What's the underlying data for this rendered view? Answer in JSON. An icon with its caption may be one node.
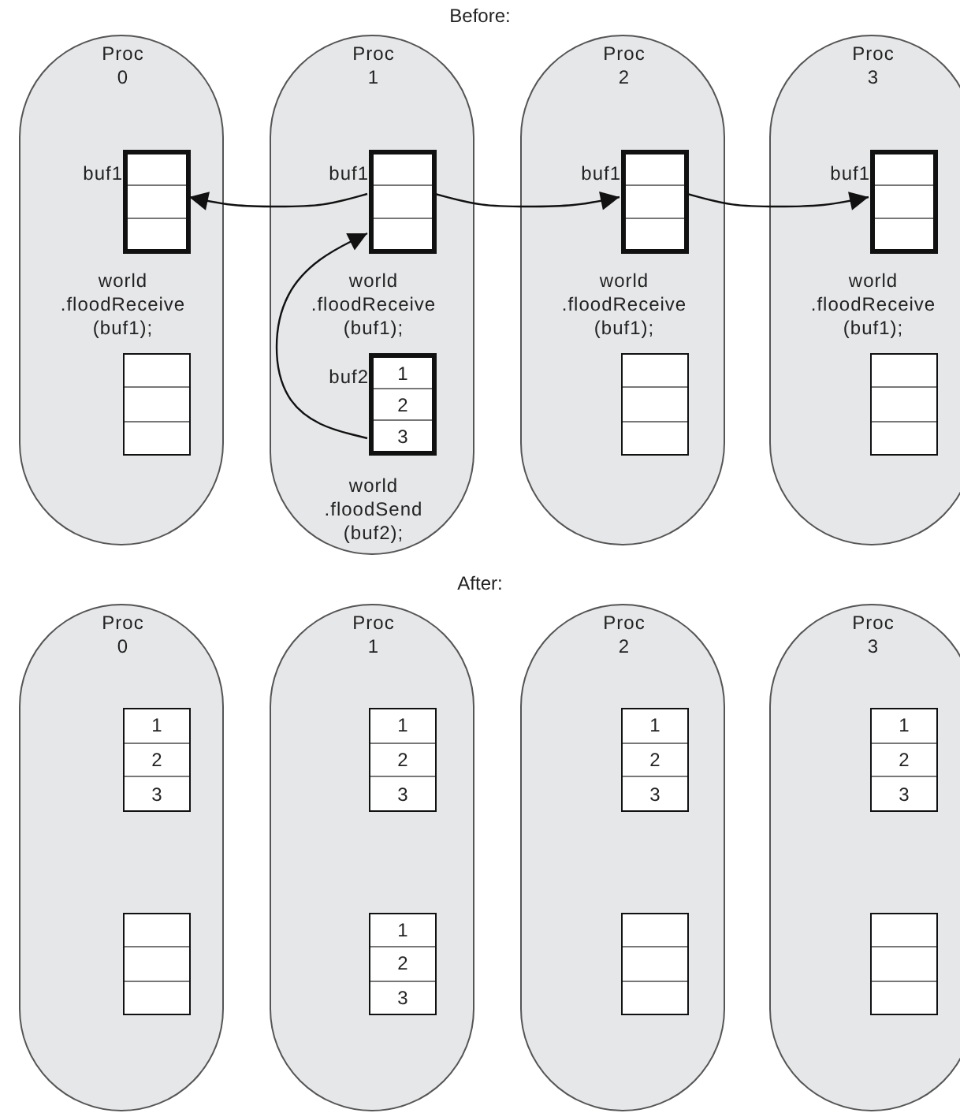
{
  "diagram": {
    "nodes": [
      {
        "text": [
          "Proc 0",
          "world .floodReceive (buf1);"
        ]
      },
      {
        "text": [],
        "shape": "box",
        "in": 0,
        "beside": [
          "buf1"
        ]
      },
      {
        "text": [],
        "shape": "box",
        "in": 0
      },
      {
        "text": [
          "Proc 1",
          "world .floodReceive (buf1);",
          "world .floodSend (buf2);"
        ]
      },
      {
        "text": [],
        "shape": "box",
        "in": 3,
        "beside": [
          "buf1"
        ]
      },
      {
        "text": [
          "1",
          "2",
          "3"
        ],
        "in": 3,
        "beside": [
          "buf2"
        ]
      },
      {
        "text": [
          "Proc 2",
          "world .floodReceive (buf1);"
        ]
      },
      {
        "text": [],
        "shape": "box",
        "in": 6,
        "beside": [
          "buf1"
        ]
      },
      {
        "text": [],
        "shape": "box",
        "in": 6
      },
      {
        "text": [
          "Proc 3",
          "world .floodReceive (buf1);"
        ]
      },
      {
        "text": [],
        "shape": "box",
        "in": 9,
        "beside": [
          "buf1"
        ]
      },
      {
        "text": [],
        "shape": "box",
        "in": 9
      },
      {
        "text": [
          "Proc 0"
        ]
      },
      {
        "text": [
          "1",
          "2",
          "3"
        ],
        "in": 12
      },
      {
        "text": [],
        "shape": "box",
        "in": 12
      },
      {
        "text": [
          "Proc 1"
        ]
      },
      {
        "text": [
          "1",
          "2",
          "3"
        ],
        "in": 15
      },
      {
        "text": [
          "1",
          "2",
          "3"
        ],
        "in": 15
      },
      {
        "text": [
          "Proc 2"
        ]
      },
      {
        "text": [
          "1",
          "2",
          "3"
        ],
        "in": 18
      },
      {
        "text": [],
        "shape": "box",
        "in": 18
      },
      {
        "text": [
          "Proc 3"
        ]
      },
      {
        "text": [
          "1",
          "2",
          "3"
        ],
        "in": 21
      },
      {
        "text": [],
        "shape": "box",
        "in": 21
      }
    ],
    "edges": [
      {
        "from": 4,
        "to": 1,
        "arrow": "to"
      },
      {
        "from": 4,
        "to": 7,
        "arrow": "to"
      },
      {
        "from": 7,
        "to": 10,
        "arrow": "to"
      },
      {
        "from": 5,
        "to": 4,
        "arrow": "to"
      }
    ],
    "labels": [
      "Before:",
      "After:"
    ]
  }
}
